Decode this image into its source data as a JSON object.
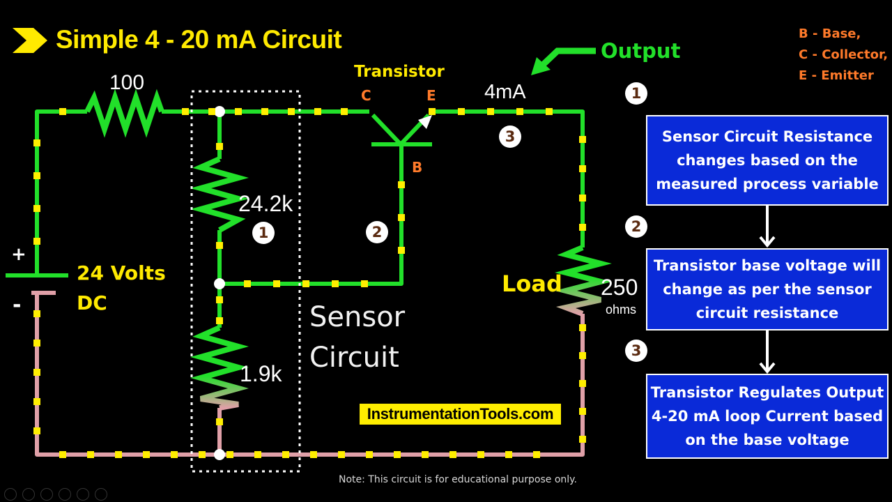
{
  "title": "Simple 4 - 20 mA Circuit",
  "legend": [
    "B - Base,",
    "C - Collector,",
    "E - Emitter"
  ],
  "labels": {
    "resistor_top": "100",
    "transistor": "Transistor",
    "pin_c": "C",
    "pin_e": "E",
    "pin_b": "B",
    "output": "Output",
    "current": "4mA",
    "r1": "24.2k",
    "r2": "1.9k",
    "supply_line1": "24 Volts",
    "supply_line2": "DC",
    "plus": "+",
    "minus": "-",
    "load": "Load",
    "load_value": "250",
    "load_unit": "ohms",
    "sensor_line1": "Sensor",
    "sensor_line2": "Circuit"
  },
  "markers": [
    "1",
    "2",
    "3"
  ],
  "steps": [
    {
      "number": "1",
      "lines": [
        "Sensor Circuit Resistance",
        "changes based on the",
        "measured process variable"
      ]
    },
    {
      "number": "2",
      "lines": [
        "Transistor base voltage will",
        "change as per the sensor",
        "circuit resistance"
      ]
    },
    {
      "number": "3",
      "lines": [
        "Transistor Regulates Output",
        "4-20 mA loop Current based",
        "on the base voltage"
      ]
    }
  ],
  "website": "InstrumentationTools.com",
  "note": "Note: This circuit is for educational purpose only.",
  "colors": {
    "wire_positive": "#22e02a",
    "wire_negative": "#e0a0a8",
    "title": "#ffea00",
    "pin_label": "#ff7a2a",
    "step_box": "#0a2ad8",
    "dot": "#ffee00"
  }
}
